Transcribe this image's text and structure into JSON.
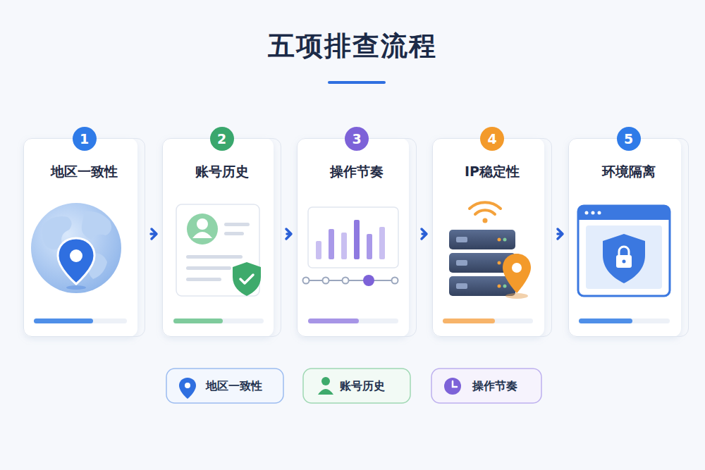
{
  "diagram": {
    "title": "五项排查流程",
    "nodes": [
      {
        "text": [
          "1",
          "地区一致性"
        ]
      },
      {
        "text": [
          "2",
          "账号历史"
        ]
      },
      {
        "text": [
          "3",
          "操作节奏"
        ]
      },
      {
        "text": [
          "4",
          "IP稳定性"
        ]
      },
      {
        "text": [
          "5",
          "环境隔离"
        ]
      },
      {
        "text": [
          "地区一致性"
        ]
      },
      {
        "text": [
          "账号历史"
        ]
      },
      {
        "text": [
          "操作节奏"
        ]
      }
    ],
    "edges": [
      {
        "from": 0,
        "to": 1,
        "arrow": "to"
      },
      {
        "from": 1,
        "to": 2,
        "arrow": "to"
      },
      {
        "from": 2,
        "to": 3,
        "arrow": "to"
      },
      {
        "from": 3,
        "to": 4,
        "arrow": "to"
      }
    ]
  }
}
